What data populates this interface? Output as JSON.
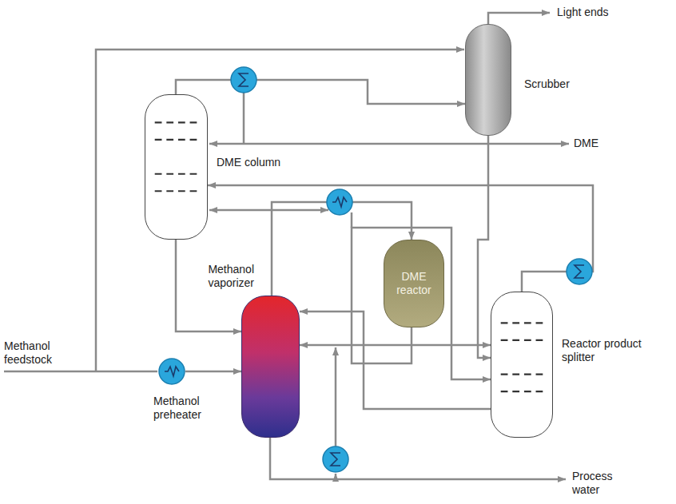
{
  "diagram": {
    "nodes": [
      {
        "text": [
          "Scrubber"
        ]
      },
      {
        "text": [
          "DME column"
        ]
      },
      {
        "text": [
          "DME reactor"
        ]
      },
      {
        "text": [
          "Methanol vaporizer"
        ]
      },
      {
        "text": [
          "Reactor product splitter"
        ]
      },
      {
        "text": [
          "Methanol preheater"
        ]
      }
    ],
    "edges": [
      {
        "from": 1,
        "to": 0,
        "arrow": "to"
      },
      {
        "from": 0,
        "to": 4,
        "arrow": "to"
      },
      {
        "from": 4,
        "to": 1,
        "arrow": "to"
      },
      {
        "from": 1,
        "to": 3,
        "arrow": "to"
      },
      {
        "from": 3,
        "to": 2,
        "arrow": "to"
      },
      {
        "from": 2,
        "to": 4,
        "arrow": "to"
      },
      {
        "from": 4,
        "to": 3,
        "arrow": "to"
      },
      {
        "from": 3,
        "to": 4,
        "arrow": "both"
      },
      {
        "from": 5,
        "to": 3,
        "arrow": "to"
      }
    ],
    "labels": [
      "Light ends",
      "DME",
      "Methanol feedstock",
      "Process water"
    ]
  }
}
